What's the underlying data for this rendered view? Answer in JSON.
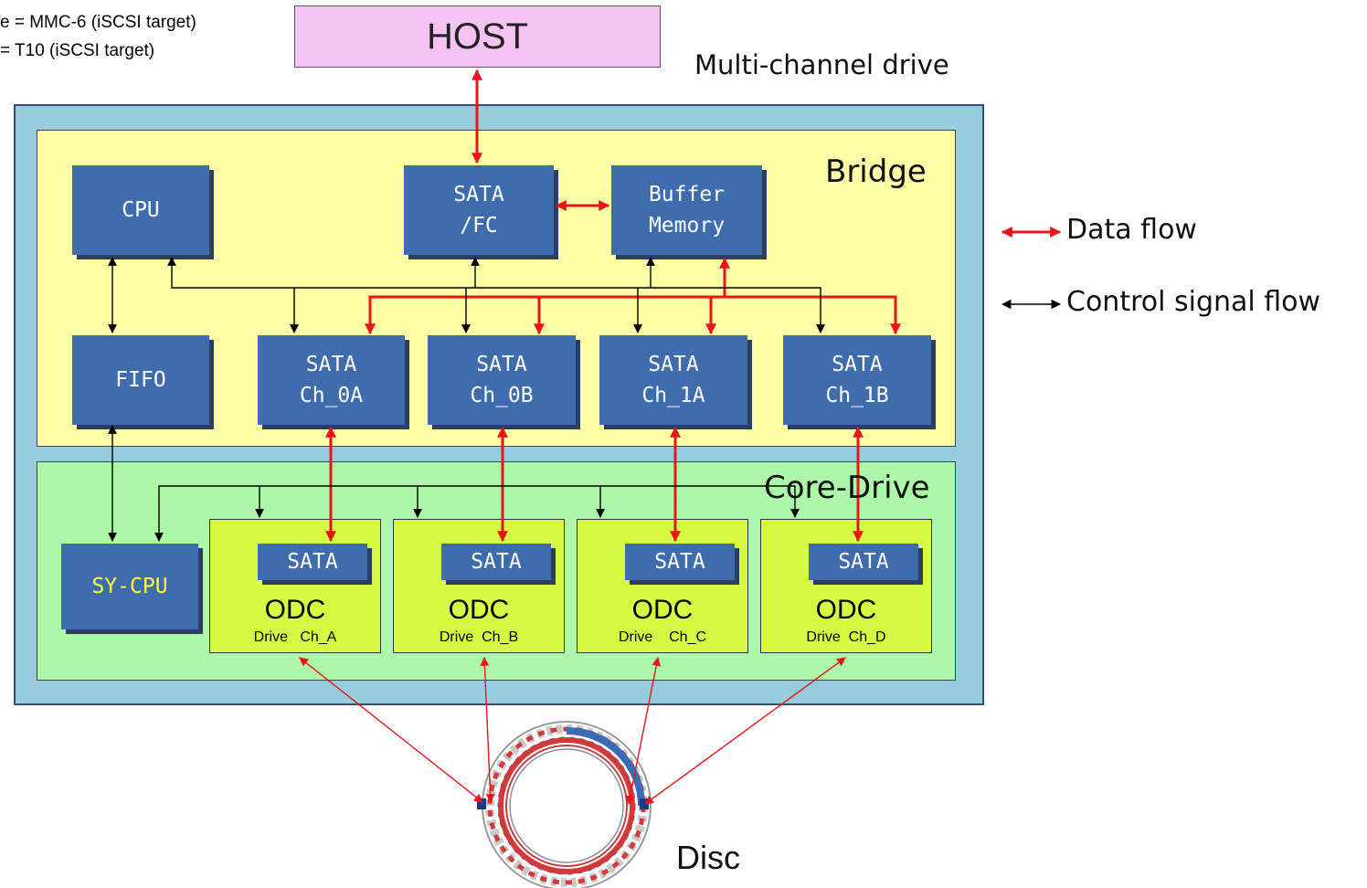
{
  "notes": {
    "line1": "e = MMC-6 (iSCSI target)",
    "line2": "= T10 (iSCSI target)"
  },
  "host": {
    "label": "HOST"
  },
  "drive_title": "Multi-channel drive",
  "bridge": {
    "title": "Bridge",
    "cpu": "CPU",
    "sata_fc": {
      "line1": "SATA",
      "line2": "/FC"
    },
    "buffer": {
      "line1": "Buffer",
      "line2": "Memory"
    },
    "fifo": "FIFO",
    "channels": [
      {
        "line1": "SATA",
        "line2": "Ch_0A"
      },
      {
        "line1": "SATA",
        "line2": "Ch_0B"
      },
      {
        "line1": "SATA",
        "line2": "Ch_1A"
      },
      {
        "line1": "SATA",
        "line2": "Ch_1B"
      }
    ]
  },
  "core": {
    "title": "Core-Drive",
    "sycpu": "SY-CPU",
    "drives": [
      {
        "sata": "SATA",
        "title": "ODC",
        "sub": "Drive   Ch_A"
      },
      {
        "sata": "SATA",
        "title": "ODC",
        "sub": "Drive  Ch_B"
      },
      {
        "sata": "SATA",
        "title": "ODC",
        "sub": "Drive    Ch_C"
      },
      {
        "sata": "SATA",
        "title": "ODC",
        "sub": "Drive  Ch_D"
      }
    ]
  },
  "legend": {
    "data_flow": "Data flow",
    "control_flow": "Control signal flow",
    "data_color": "#e8151b",
    "control_color": "#000000"
  },
  "disc": {
    "label": "Disc"
  },
  "colors": {
    "host_fill": "#f4c3f4",
    "outer_fill": "#96ccdb",
    "bridge_fill": "#fdfda6",
    "core_fill": "#adf7a9",
    "block_fill": "#3e6cad",
    "odc_fill": "#d5fa44",
    "sycpu_text": "#ffff30"
  }
}
